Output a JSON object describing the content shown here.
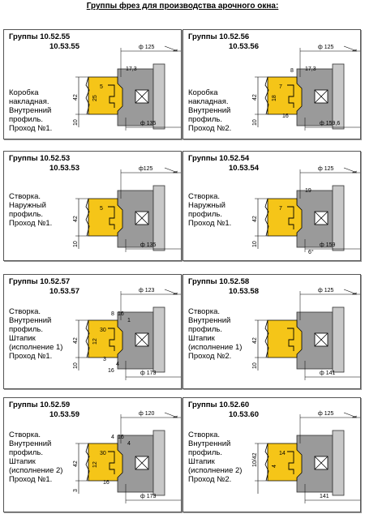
{
  "page_title": "Группы фрез для производства арочного окна:",
  "cards": [
    {
      "group_line1": "Группы 10.52.55",
      "group_line2": "10.53.55",
      "description": [
        "Коробка",
        "накладная.",
        "Внутренний",
        "профиль.",
        "Проход №1."
      ],
      "dims": {
        "d_top": "ф 125",
        "d_bottom": "ф 135",
        "w1": "17,3",
        "h": "42",
        "h2": "10",
        "a": "5",
        "b": "25"
      }
    },
    {
      "group_line1": "Группы 10.52.56",
      "group_line2": "10.53.56",
      "description": [
        "Коробка",
        "накладная.",
        "Внутренний",
        "профиль.",
        "Проход №2."
      ],
      "dims": {
        "d_top": "ф 125",
        "d_bottom": "ф 159,6",
        "w1": "17,3",
        "h": "42",
        "h2": "10",
        "a": "7",
        "b": "18",
        "c": "16",
        "e": "8"
      }
    },
    {
      "group_line1": "Группы 10.52.53",
      "group_line2": "10.53.53",
      "description": [
        "Створка.",
        "Наружный",
        "профиль.",
        "Проход №1."
      ],
      "dims": {
        "d_top": "ф125",
        "d_bottom": "ф 135",
        "h": "42",
        "h2": "10",
        "a": "5"
      }
    },
    {
      "group_line1": "Группы 10.52.54",
      "group_line2": "10.53.54",
      "description": [
        "Створка.",
        "Наружный",
        "профиль.",
        "Проход №1."
      ],
      "dims": {
        "d_top": "ф 125",
        "d_bottom": "ф 159",
        "h": "42",
        "h2": "10",
        "a": "7",
        "w1": "19",
        "ang": "6°"
      }
    },
    {
      "group_line1": "Группы 10.52.57",
      "group_line2": "10.53.57",
      "description": [
        "Створка.",
        "Внутренний",
        "профиль.",
        "Штапик",
        "(исполнение 1)",
        "Проход №1."
      ],
      "dims": {
        "d_top": "ф 123",
        "d_bottom": "ф 173",
        "h": "42",
        "h2": "10",
        "a": "30",
        "b": "12",
        "c": "3",
        "e": "8",
        "f": "16",
        "g": "1",
        "k": "4",
        "m": "16"
      }
    },
    {
      "group_line1": "Группы 10.52.58",
      "group_line2": "10.53.58",
      "description": [
        "Створка.",
        "Внутренний",
        "профиль.",
        "Штапик",
        "(исполнение 1)",
        "Проход №2."
      ],
      "dims": {
        "d_top": "ф 125",
        "d_bottom": "ф 141",
        "h": "42",
        "h2": "10"
      }
    },
    {
      "group_line1": "Группы 10.52.59",
      "group_line2": "10.53.59",
      "description": [
        "Створка.",
        "Внутренний",
        "профиль.",
        "Штапик",
        "(исполнение 2)",
        "Проход №1."
      ],
      "dims": {
        "d_top": "ф 120",
        "d_bottom": "ф 173",
        "h": "42",
        "h2": "3",
        "a": "30",
        "b": "12",
        "c": "16",
        "e": "4",
        "f": "16",
        "g": "4"
      }
    },
    {
      "group_line1": "Группы 10.52.60",
      "group_line2": "10.53.60",
      "description": [
        "Створка.",
        "Внутренний",
        "профиль.",
        "Штапик",
        "(исполнение 2)",
        "Проход №2."
      ],
      "dims": {
        "d_top": "ф 125",
        "d_bottom": "141",
        "h": "10/42",
        "a": "14",
        "b": "4"
      }
    }
  ]
}
